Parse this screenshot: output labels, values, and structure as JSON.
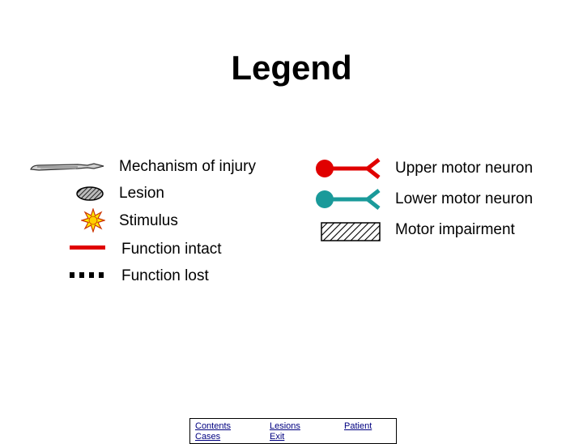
{
  "title": "Legend",
  "left_items": [
    {
      "label": "Mechanism of injury",
      "icon": "scalpel-icon"
    },
    {
      "label": "Lesion",
      "icon": "hatched-ellipse-icon"
    },
    {
      "label": "Stimulus",
      "icon": "starburst-icon"
    },
    {
      "label": "Function intact",
      "icon": "solid-red-line-icon"
    },
    {
      "label": "Function lost",
      "icon": "dotted-black-line-icon"
    }
  ],
  "right_items": [
    {
      "label": "Upper motor neuron",
      "icon": "upper-motor-neuron-icon"
    },
    {
      "label": "Lower motor neuron",
      "icon": "lower-motor-neuron-icon"
    },
    {
      "label": "Motor impairment",
      "icon": "hatched-rectangle-icon"
    }
  ],
  "colors": {
    "upper_motor_neuron": "#e00000",
    "lower_motor_neuron": "#1a9a9a",
    "function_intact": "#e00000",
    "stimulus_fill": "#ffee00",
    "stimulus_outline": "#cc3300"
  },
  "nav": {
    "row1": [
      "Contents",
      "Lesions",
      "Patient"
    ],
    "row2": [
      "Cases",
      "Exit"
    ]
  }
}
